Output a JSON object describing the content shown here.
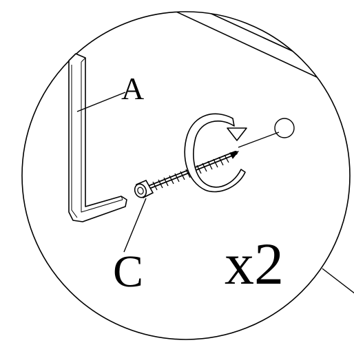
{
  "diagram": {
    "labels": {
      "part_a": "A",
      "part_c": "C",
      "quantity": "x2"
    },
    "colors": {
      "ink": "#000000",
      "paper": "#ffffff"
    },
    "icons": {
      "hex_key": "allen-key-icon",
      "screw": "screw-icon",
      "rotation": "rotate-clockwise-icon"
    }
  }
}
